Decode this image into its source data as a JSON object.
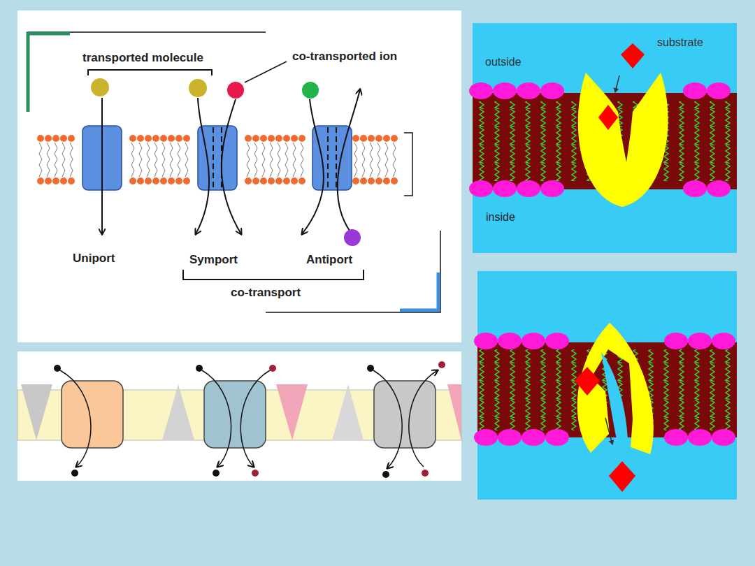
{
  "diagram": {
    "labels": [
      "transported molecule",
      "co-transported ion",
      "Uniport",
      "Symport",
      "Antiport",
      "co-transport",
      "substrate",
      "outside",
      "inside"
    ]
  }
}
